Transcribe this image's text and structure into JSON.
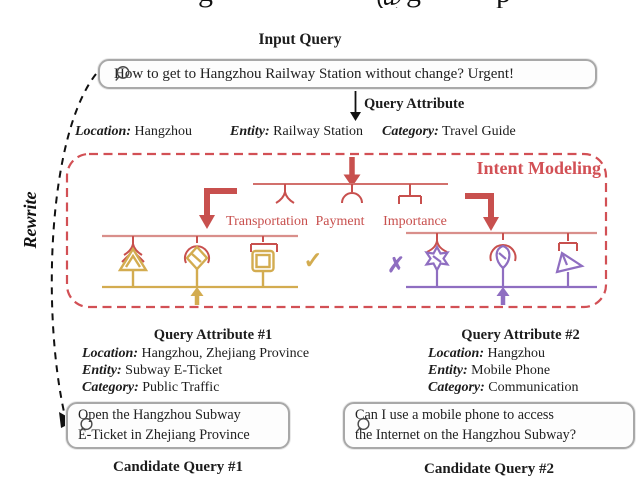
{
  "clipped_caption": {
    "fragments": [
      "g",
      "@",
      "g",
      "p"
    ]
  },
  "input_query": {
    "title": "Input Query",
    "text": "How to get to Hangzhou Railway Station without change? Urgent!"
  },
  "query_attribute_arrow": {
    "label": "Query Attribute"
  },
  "query_attributes": [
    {
      "label": "Location:",
      "value": "Hangzhou"
    },
    {
      "label": "Entity:",
      "value": "Railway Station"
    },
    {
      "label": "Category:",
      "value": "Travel Guide"
    }
  ],
  "intent_modeling": {
    "title": "Intent Modeling",
    "branches": [
      "Transportation",
      "Payment",
      "Importance"
    ],
    "check_mark": "✓",
    "cross_mark": "✗",
    "left_icons": [
      "tent-icon",
      "diamond-pin-icon",
      "ticket-icon"
    ],
    "right_icons": [
      "star-icon",
      "drop-pin-icon",
      "phone-icon"
    ],
    "colors": {
      "red": "#c8504e",
      "light_red": "#d98f8b",
      "yellow": "#d3ac50",
      "purple": "#8f6ec1",
      "border_red": "#d25055"
    }
  },
  "rewrite": {
    "label": "Rewrite"
  },
  "attribute_block_1": {
    "title": "Query Attribute #1",
    "rows": [
      {
        "label": "Location:",
        "value": "Hangzhou, Zhejiang Province"
      },
      {
        "label": "Entity:",
        "value": "Subway E-Ticket"
      },
      {
        "label": "Category:",
        "value": "Public Traffic"
      }
    ]
  },
  "attribute_block_2": {
    "title": "Query Attribute #2",
    "rows": [
      {
        "label": "Location:",
        "value": "Hangzhou"
      },
      {
        "label": "Entity:",
        "value": "Mobile Phone"
      },
      {
        "label": "Category:",
        "value": "Communication"
      }
    ]
  },
  "candidate_query_1": {
    "line1": "Open the Hangzhou Subway",
    "line2": "E-Ticket in Zhejiang Province",
    "caption": "Candidate Query #1"
  },
  "candidate_query_2": {
    "line1": "Can I use a mobile phone to access",
    "line2": "the Internet on the Hangzhou Subway?",
    "caption": "Candidate Query #2"
  }
}
